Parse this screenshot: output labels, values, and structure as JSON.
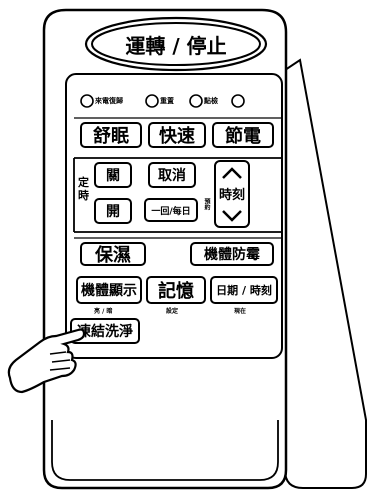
{
  "remote": {
    "top_button": "運轉 / 停止",
    "indicators": [
      "來電復歸",
      "重置",
      "點檢"
    ],
    "row1": [
      "舒眠",
      "快速",
      "節電"
    ],
    "timer": {
      "side_label": "定\n時",
      "off": "關",
      "on": "開",
      "cancel": "取消",
      "once_daily": "一回/每日",
      "reserve": "預約",
      "time_label": "時刻",
      "up_icon": "chevron-up",
      "down_icon": "chevron-down"
    },
    "row_humid": [
      "保濕",
      "機體防霉"
    ],
    "row_memory": {
      "display": "機體顯示",
      "display_sub": "亮 / 暗",
      "memory": "記憶",
      "memory_sub": "設定",
      "datetime": "日期 / 時刻",
      "datetime_sub": "現在"
    },
    "freeze": "凍結洗淨"
  }
}
